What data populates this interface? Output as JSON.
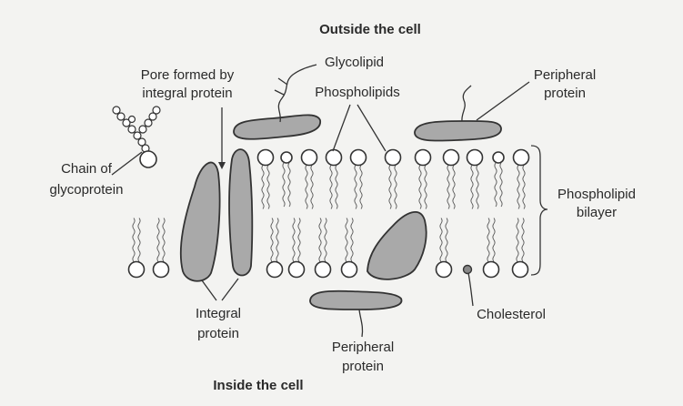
{
  "labels": {
    "outside": "Outside the cell",
    "inside": "Inside the cell",
    "glycolipid": "Glycolipid",
    "pore_line1": "Pore formed by",
    "pore_line2": "integral protein",
    "phospholipids": "Phospholipids",
    "peripheral_top_line1": "Peripheral",
    "peripheral_top_line2": "protein",
    "chain_line1": "Chain of",
    "chain_line2": "glycoprotein",
    "bilayer_line1": "Phospholipid",
    "bilayer_line2": "bilayer",
    "integral_line1": "Integral",
    "integral_line2": "protein",
    "cholesterol": "Cholesterol",
    "peripheral_bottom_line1": "Peripheral",
    "peripheral_bottom_line2": "protein"
  },
  "colors": {
    "background": "#f3f3f1",
    "protein_fill": "#a9a9a9",
    "outline": "#333333"
  }
}
